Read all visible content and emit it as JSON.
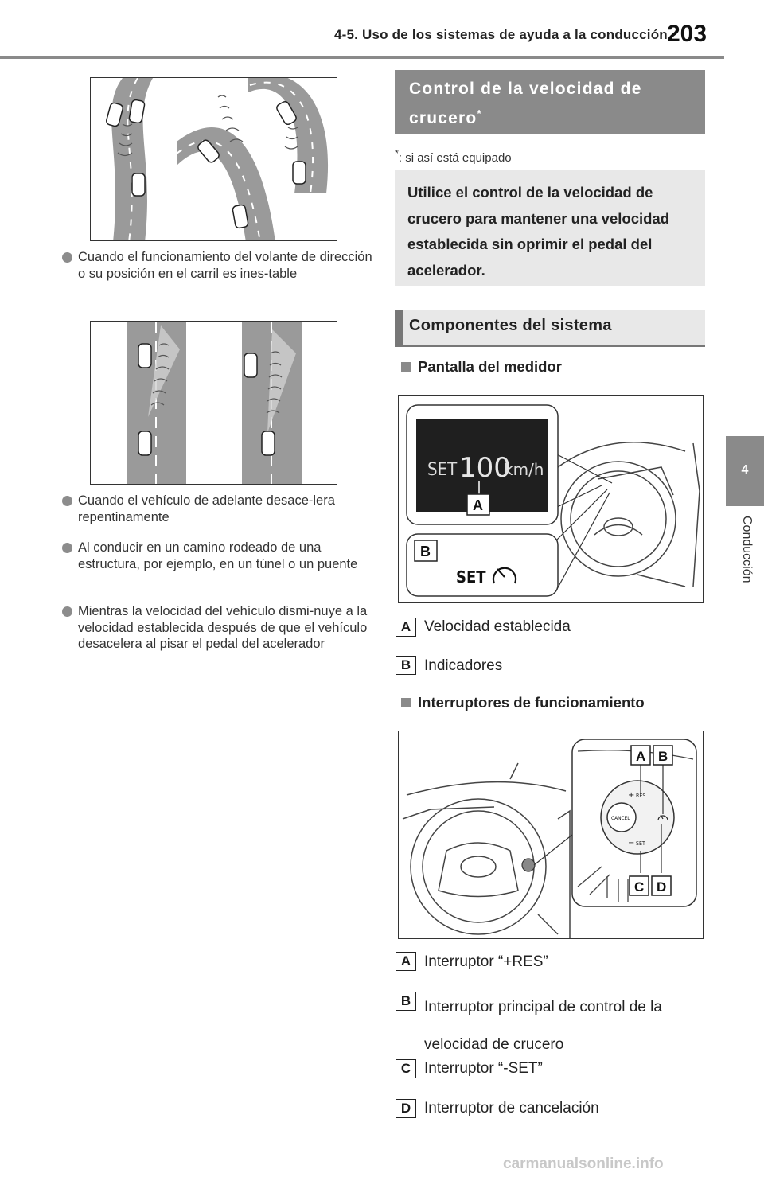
{
  "header": {
    "section_title": "4-5. Uso de los sistemas de ayuda a la conducción",
    "page_number": "203"
  },
  "side_tab": {
    "chapter_number": "4",
    "chapter_label": "Conducción"
  },
  "left_column": {
    "bullets": [
      "Cuando el funcionamiento del volante de dirección o su posición en el carril es ines-table",
      "Cuando el vehículo de adelante desace-lera repentinamente",
      "Al conducir en un camino rodeado de una estructura, por ejemplo, en un túnel o un puente",
      "Mientras la velocidad del vehículo dismi-nuye a la velocidad establecida después de que el vehículo desacelera al pisar el pedal del acelerador"
    ]
  },
  "right_column": {
    "section_title": "Control de la velocidad de crucero",
    "section_title_mark": "*",
    "footnote_mark": "*",
    "footnote": ":  si así está equipado",
    "intro": "Utilice el control de la velocidad de crucero para mantener una velocidad establecida sin oprimir el pedal del acelerador.",
    "components_heading": "Componentes del sistema",
    "meter": {
      "heading": "Pantalla del medidor",
      "display_set": "SET",
      "display_speed": "100",
      "display_unit": "km/h",
      "indicator_set": "SET",
      "callout_a": "A",
      "callout_b": "B",
      "items": [
        {
          "letter": "A",
          "text": "Velocidad establecida"
        },
        {
          "letter": "B",
          "text": "Indicadores"
        }
      ]
    },
    "switches": {
      "heading": "Interruptores de funcionamiento",
      "res_label": "RES",
      "set_label": "SET",
      "cancel_label": "CANCEL",
      "callouts": [
        "A",
        "B",
        "C",
        "D"
      ],
      "items": [
        {
          "letter": "A",
          "text": "Interruptor “+RES”"
        },
        {
          "letter": "B",
          "text": "Interruptor principal de control de la velocidad de crucero"
        },
        {
          "letter": "C",
          "text": "Interruptor “-SET”"
        },
        {
          "letter": "D",
          "text": "Interruptor de cancelación"
        }
      ]
    }
  },
  "watermark": "carmanualsonline.info"
}
